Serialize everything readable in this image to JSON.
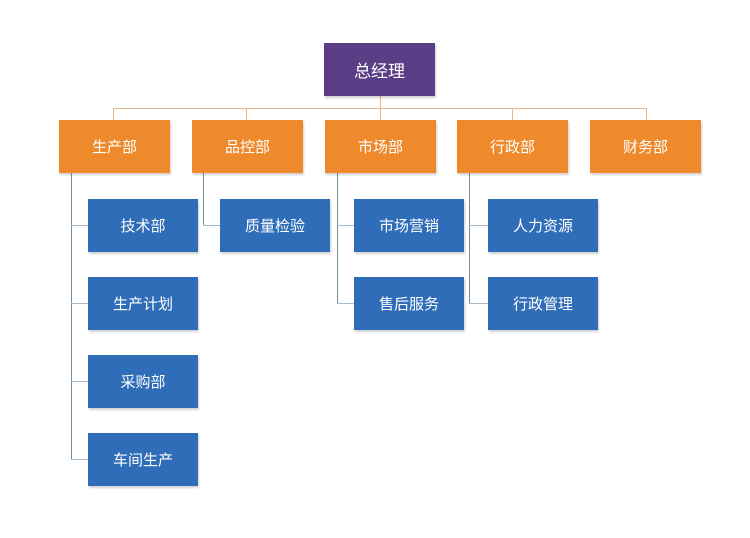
{
  "chart": {
    "root": {
      "label": "总经理"
    },
    "departments": [
      {
        "label": "生产部",
        "children": [
          "技术部",
          "生产计划",
          "采购部",
          "车间生产"
        ]
      },
      {
        "label": "品控部",
        "children": [
          "质量检验"
        ]
      },
      {
        "label": "市场部",
        "children": [
          "市场营销",
          "售后服务"
        ]
      },
      {
        "label": "行政部",
        "children": [
          "人力资源",
          "行政管理"
        ]
      },
      {
        "label": "财务部",
        "children": []
      }
    ]
  },
  "colors": {
    "root": "#5b3e85",
    "department": "#ef8a2c",
    "sub_unit": "#2f6db8",
    "connector_top": "#e4b68a",
    "connector_sub": "#6d8fa6"
  }
}
